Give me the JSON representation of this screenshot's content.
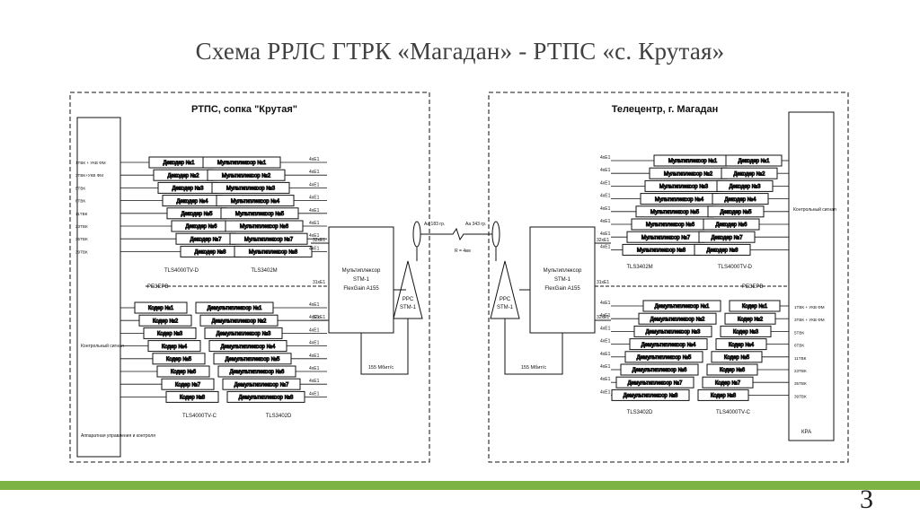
{
  "slide": {
    "title": "Схема РРЛС ГТРК «Магадан» - РТПС «с. Крутая»",
    "page_number": "3",
    "accent_color": "#7cb342"
  },
  "left": {
    "title": "РТПС, сопка \"Крутая\"",
    "rezerv": "РЕЗЕРВ",
    "ctrl": "Контрольный сигнал",
    "apparat": "Аппаратная управления и контроля",
    "channels_top": [
      "1ТВК + УКВ ФМ",
      "3ТВК+УКВ ФМ",
      "5ТВК",
      "6ТВК",
      "11ТВК",
      "23ТВК",
      "35ТВК",
      "39ТВК"
    ],
    "decoders": [
      "Декодер №1",
      "Декодер №2",
      "Декодер №3",
      "Декодер №4",
      "Декодер №5",
      "Декодер №6",
      "Декодер №7",
      "Декодер №8"
    ],
    "decoder_model": "TLS4000TV-D",
    "muxes": [
      "Мультиплексор №1",
      "Мультиплексор №2",
      "Мультиплексор №3",
      "Мультиплексор №4",
      "Мультиплексор №5",
      "Мультиплексор №6",
      "Мультиплексор №7",
      "Мультиплексор №8"
    ],
    "mux_model": "TLS3402M",
    "coders": [
      "Кодер №1",
      "Кодер №2",
      "Кодер №3",
      "Кодер №4",
      "Кодер №5",
      "Кодер №6",
      "Кодер №7",
      "Кодер №8"
    ],
    "coder_model": "TLS4000TV-C",
    "demuxes": [
      "Демультиплексор №1",
      "Демультиплексор №2",
      "Демультиплексор №3",
      "Демультиплексор №4",
      "Демультиплексор №5",
      "Демультиплексор №6",
      "Демультиплексор №7",
      "Демультиплексор №8"
    ],
    "demux_model": "TLS3402D",
    "e1": "4хЕ1",
    "e1_32": "32хЕ1",
    "e1_31": "31хЕ1",
    "stm_mux": [
      "Мультиплексор",
      "STM-1",
      "FlexGain A155"
    ],
    "prs": [
      "PPC",
      "STM-1"
    ],
    "speed": "155 Мбит/с",
    "antenna": "Аа 183 гр."
  },
  "right": {
    "title": "Телецентр, г. Магадан",
    "rezerv": "РЕЗЕРВ",
    "ctrl": "Контрольный сигнал",
    "kra": "КРА",
    "channels_bottom": [
      "1ТВК + УКВ ФМ",
      "3ТВК + УКВ ФМ",
      "5ТВК",
      "6ТВК",
      "11ТВК",
      "23ТВК",
      "35ТВК",
      "39ТВК"
    ],
    "muxes": [
      "Мультиплексор №1",
      "Мультиплексор №2",
      "Мультиплексор №3",
      "Мультиплексор №4",
      "Мультиплексор №5",
      "Мультиплексор №6",
      "Мультиплексор №7",
      "Мультиплексор №8"
    ],
    "mux_model": "TLS3402M",
    "decoders": [
      "Декодер №1",
      "Декодер №2",
      "Декодер №3",
      "Декодер №4",
      "Декодер №5",
      "Декодер №6",
      "Декодер №7",
      "Декодер №8"
    ],
    "decoder_model": "TLS4000TV-D",
    "demuxes": [
      "Демультиплексор №1",
      "Демультиплексор №2",
      "Демультиплексор №3",
      "Демультиплексор №4",
      "Демультиплексор №5",
      "Демультиплексор №6",
      "Демультиплексор №7",
      "Демультиплексор №8"
    ],
    "demux_model": "TLS3402D",
    "coders": [
      "Кодер №1",
      "Кодер №2",
      "Кодер №3",
      "Кодер №4",
      "Кодер №5",
      "Кодер №6",
      "Кодер №7",
      "Кодер №8"
    ],
    "coder_model": "TLS4000TV-C",
    "e1": "4хЕ1",
    "e1_32": "32хЕ1",
    "e1_31": "31хЕ1",
    "stm_mux": [
      "Мультиплексор",
      "STM-1",
      "FlexGain A155"
    ],
    "prs": [
      "PPC",
      "STM-1"
    ],
    "speed": "155 Мбит/с",
    "antenna": "Аа 343 гр."
  },
  "link": {
    "distance": "R = 4км"
  }
}
